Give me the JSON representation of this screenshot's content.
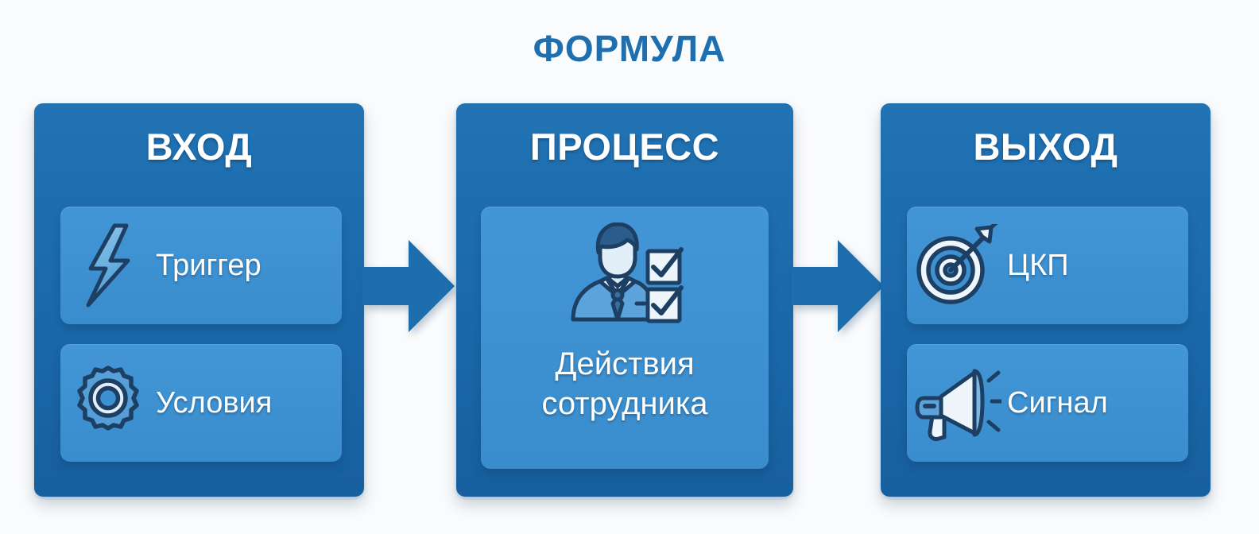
{
  "title": "ФОРМУЛА",
  "colors": {
    "background": "#fafbfc",
    "title_blue": "#1d6fb0",
    "panel_blue": "#1b68a9",
    "card_blue": "#3d91d1",
    "icon_outline": "#1d3f63",
    "icon_fill": "#e3eff8",
    "arrow_blue": "#1e6ead",
    "text_white": "#ffffff"
  },
  "panels": [
    {
      "id": "input",
      "title": "ВХОД",
      "cards": [
        {
          "label": "Триггер",
          "icon": "lightning-bolt-icon"
        },
        {
          "label": "Условия",
          "icon": "gear-icon"
        }
      ]
    },
    {
      "id": "process",
      "title": "ПРОЦЕСС",
      "cards": [
        {
          "label": "Действия сотрудника",
          "label_line1": "Действия",
          "label_line2": "сотрудника",
          "icon": "employee-checklist-icon"
        }
      ]
    },
    {
      "id": "output",
      "title": "ВЫХОД",
      "cards": [
        {
          "label": "ЦКП",
          "icon": "target-arrow-icon"
        },
        {
          "label": "Сигнал",
          "icon": "megaphone-icon"
        }
      ]
    }
  ],
  "arrows": [
    {
      "id": "arrow-input-to-process",
      "direction": "right"
    },
    {
      "id": "arrow-process-to-output",
      "direction": "right"
    }
  ]
}
